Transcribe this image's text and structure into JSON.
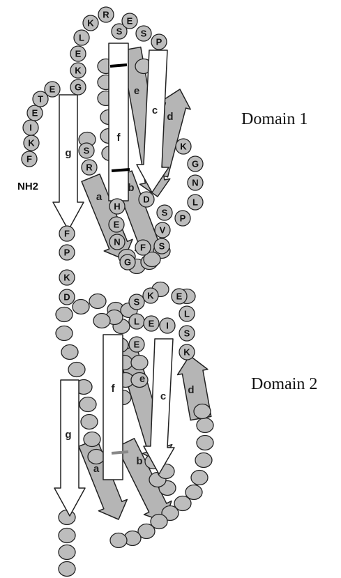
{
  "figure": {
    "domain1_label": "Domain 1",
    "domain2_label": "Domain 2",
    "terminus_label": "NH2"
  },
  "colors": {
    "residue_fill": "#bdbdbd",
    "residue_empty_fill": "#ffffff",
    "strand_white": "#ffffff",
    "strand_gray": "#b5b5b5",
    "outline": "#222222"
  },
  "domain1": {
    "residues": [
      "F",
      "K",
      "I",
      "E",
      "T",
      "E",
      "G",
      "K",
      "E",
      "L",
      "K",
      "R",
      "S",
      "E",
      "S",
      "P",
      "S",
      "R",
      "H",
      "E",
      "N",
      "G",
      "F",
      "S",
      "V",
      "S",
      "P",
      "L",
      "N",
      "G",
      "K",
      "D"
    ],
    "strands": [
      "a",
      "b",
      "c",
      "d",
      "e",
      "f",
      "g"
    ]
  },
  "linker": {
    "residues": [
      "F",
      "P",
      "K",
      "D"
    ]
  },
  "domain2": {
    "residues": [
      "S",
      "K",
      "E",
      "L",
      "E",
      "I",
      "E",
      "L",
      "S",
      "K"
    ],
    "strands": [
      "a",
      "b",
      "c",
      "d",
      "e",
      "f",
      "g"
    ]
  }
}
